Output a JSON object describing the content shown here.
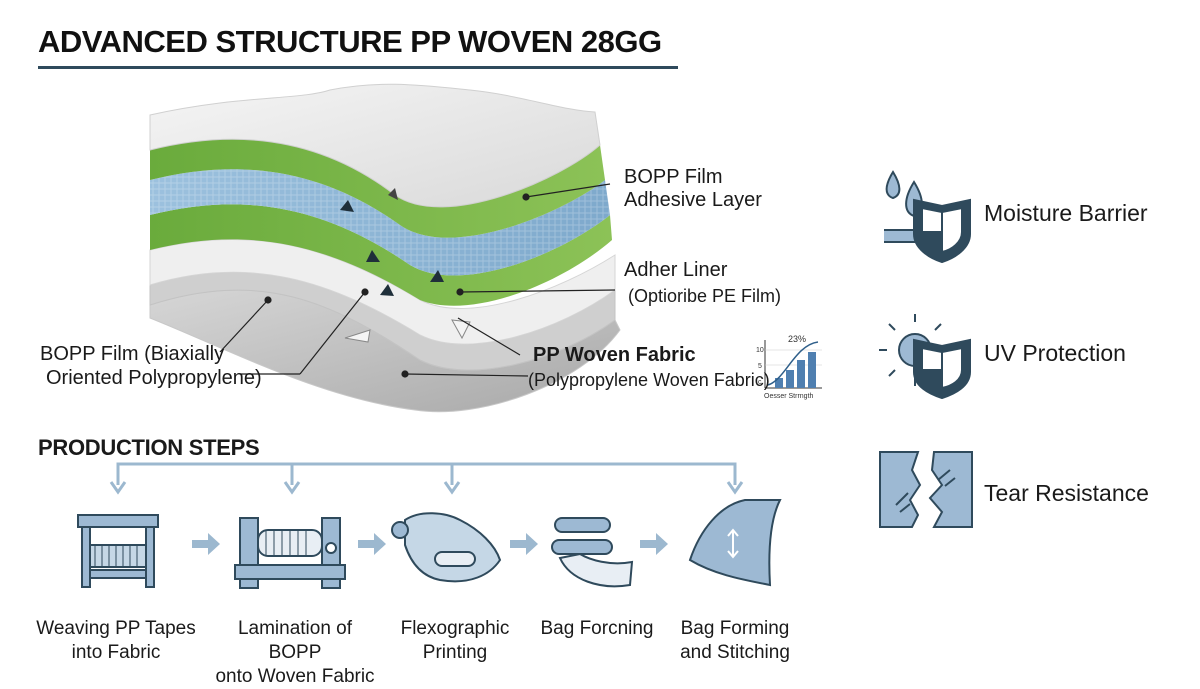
{
  "title": "ADVANCED STRUCTURE PP WOVEN 28GG",
  "layers": {
    "bopp_top": {
      "line1": "BOPP Film",
      "line2": "Adhesive Layer"
    },
    "adher_liner": {
      "line1": "Adher Liner",
      "line2": "(Optioribe PE Film)"
    },
    "pp_woven": {
      "line1": "PP Woven Fabric",
      "line2": "(Polypropylene Woven Fabric)"
    },
    "bopp_left": {
      "line1": "BOPP Film (Biaxially",
      "line2": "Oriented Polypropylene)"
    }
  },
  "mini_chart": {
    "top_label": "23%",
    "y_ticks": [
      "10",
      "5",
      "c"
    ],
    "caption": "Oesser Strrngth",
    "bars": [
      0.25,
      0.45,
      0.7,
      0.9
    ]
  },
  "production": {
    "title": "PRODUCTION STEPS",
    "steps": [
      {
        "line1": "Weaving PP Tapes",
        "line2": "into Fabric",
        "icon": "loom-icon"
      },
      {
        "line1": "Lamination of BOPP",
        "line2": "onto Woven Fabric",
        "icon": "laminator-icon"
      },
      {
        "line1": "Flexographic",
        "line2": "Printing",
        "icon": "printing-roll-icon"
      },
      {
        "line1": "Bag Forcning",
        "line2": "",
        "icon": "roller-press-icon"
      },
      {
        "line1": "Bag Forming",
        "line2": "and Stitching",
        "icon": "folded-sheet-icon"
      }
    ]
  },
  "features": [
    {
      "label": "Moisture Barrier",
      "icon": "moisture-shield-icon"
    },
    {
      "label": "UV Protection",
      "icon": "sun-shield-icon"
    },
    {
      "label": "Tear Resistance",
      "icon": "torn-fabric-icon"
    }
  ],
  "colors": {
    "green": "#7cb84a",
    "blue": "#8fb6d6",
    "gray_light": "#e8e8e8",
    "gray_dark": "#b9b9b9",
    "icon_navy": "#2f4a5c",
    "icon_fill": "#9db9d3",
    "flow_line": "#9cb8cf"
  }
}
